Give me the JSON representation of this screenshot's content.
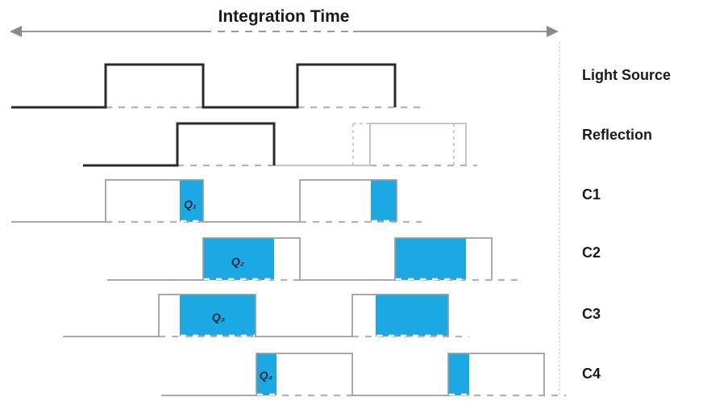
{
  "figure": {
    "title": "Integration Time",
    "colors": {
      "charge": "#1CA8E2",
      "signal_dark": "#2b2b2b",
      "signal_light": "#9c9c9c",
      "arrow": "#8a8a8a"
    },
    "rows": [
      {
        "label": "Light Source"
      },
      {
        "label": "Reflection"
      },
      {
        "label": "C1",
        "charge": "Q₁"
      },
      {
        "label": "C2",
        "charge": "Q₂"
      },
      {
        "label": "C3",
        "charge": "Q₃"
      },
      {
        "label": "C4",
        "charge": "Q₄"
      }
    ]
  }
}
